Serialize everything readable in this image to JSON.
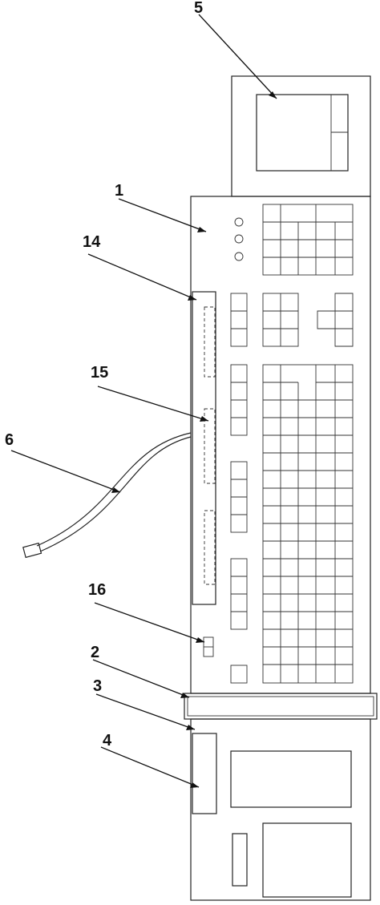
{
  "labels": {
    "l1": "1",
    "l2": "2",
    "l3": "3",
    "l4": "4",
    "l5": "5",
    "l6": "6",
    "l14": "14",
    "l15": "15",
    "l16": "16"
  }
}
